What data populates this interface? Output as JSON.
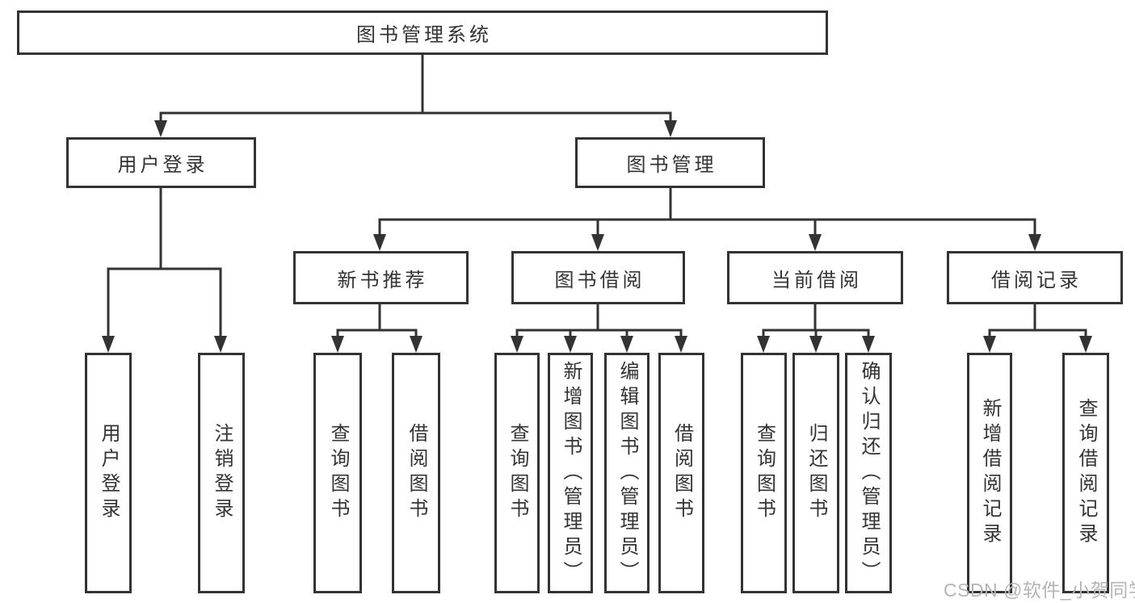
{
  "tree": {
    "label": "图书管理系统",
    "children": [
      {
        "label": "用户登录",
        "children": [
          {
            "label": "用户登录"
          },
          {
            "label": "注销登录"
          }
        ]
      },
      {
        "label": "图书管理",
        "children": [
          {
            "label": "新书推荐",
            "children": [
              {
                "label": "查询图书"
              },
              {
                "label": "借阅图书"
              }
            ]
          },
          {
            "label": "图书借阅",
            "children": [
              {
                "label": "查询图书"
              },
              {
                "label": "新增图书（管理员）"
              },
              {
                "label": "编辑图书（管理员）"
              },
              {
                "label": "借阅图书"
              }
            ]
          },
          {
            "label": "当前借阅",
            "children": [
              {
                "label": "查询图书"
              },
              {
                "label": "归还图书"
              },
              {
                "label": "确认归还（管理员）"
              }
            ]
          },
          {
            "label": "借阅记录",
            "children": [
              {
                "label": "新增借阅记录"
              },
              {
                "label": "查询借阅记录"
              }
            ]
          }
        ]
      }
    ]
  },
  "watermark": "CSDN @软件_小贺同学",
  "colors": {
    "line": "#333333",
    "box_border": "#333333",
    "text": "#333333",
    "watermark": "#b5b5b5",
    "background": "#ffffff"
  }
}
